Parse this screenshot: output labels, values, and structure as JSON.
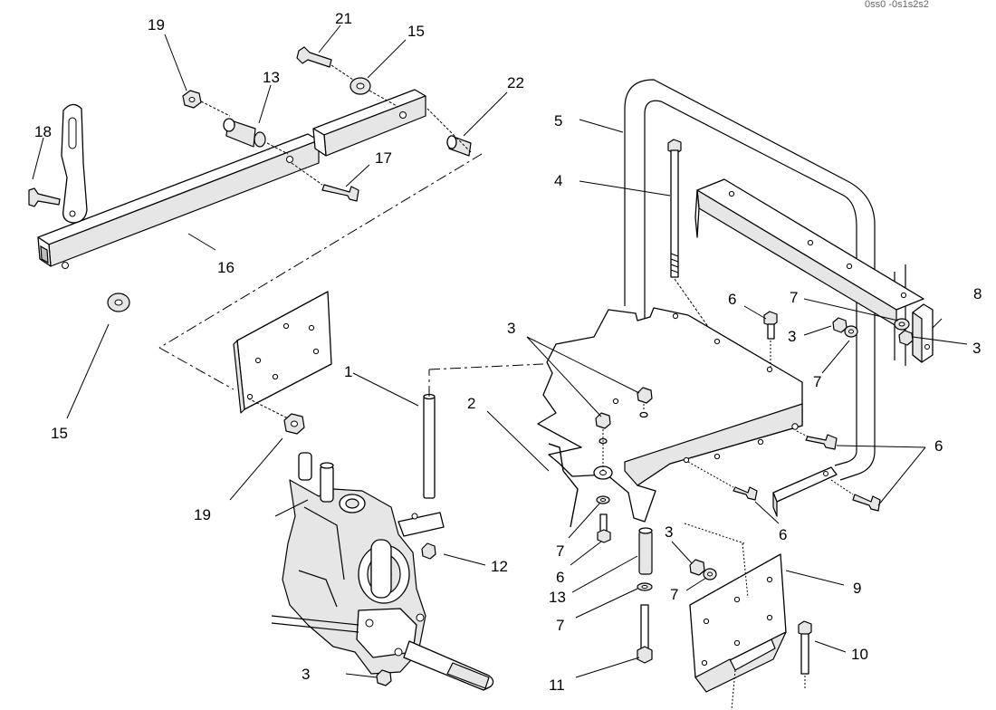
{
  "document_number": "0ss0 -0s1s2s2",
  "callouts": {
    "c1": "1",
    "c2": "2",
    "c3a": "3",
    "c3b": "3",
    "c3c": "3",
    "c3d": "3",
    "c3e": "3",
    "c4": "4",
    "c5": "5",
    "c6a": "6",
    "c6b": "6",
    "c6c": "6",
    "c6d": "6",
    "c7a": "7",
    "c7b": "7",
    "c7c": "7",
    "c7d": "7",
    "c7e": "7",
    "c8": "8",
    "c9": "9",
    "c10": "10",
    "c11": "11",
    "c12": "12",
    "c13a": "13",
    "c13b": "13",
    "c15a": "15",
    "c15b": "15",
    "c16": "16",
    "c17": "17",
    "c18": "18",
    "c19a": "19",
    "c19b": "19",
    "c21": "21",
    "c22": "22"
  }
}
